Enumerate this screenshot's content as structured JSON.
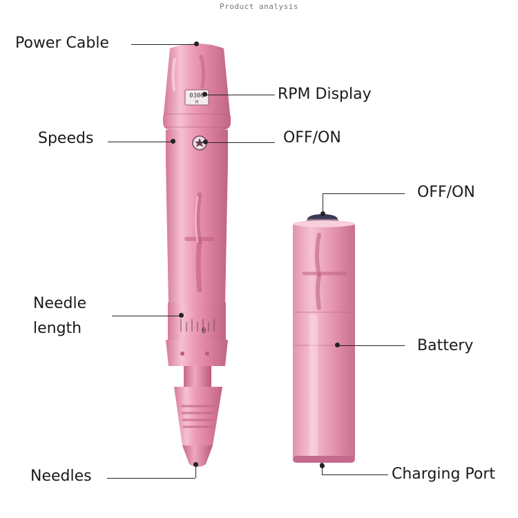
{
  "header": {
    "title": "Product analysis"
  },
  "labels": {
    "power_cable": "Power Cable",
    "rpm_display": "RPM Display",
    "speeds": "Speeds",
    "pen_off_on": "OFF/ON",
    "battery_off_on": "OFF/ON",
    "needle_length_line1": "Needle",
    "needle_length_line2": "length",
    "battery": "Battery",
    "needles": "Needles",
    "charging_port": "Charging Port"
  },
  "pen": {
    "rpm_digits": "0300",
    "rpm_sub": "M",
    "dial_digit": "0"
  },
  "colors": {
    "body_pink": "#e98fac",
    "highlight_pink": "#f7c8d7",
    "shadow_pink": "#c56a89",
    "button_blue": "#3c3c5a"
  }
}
